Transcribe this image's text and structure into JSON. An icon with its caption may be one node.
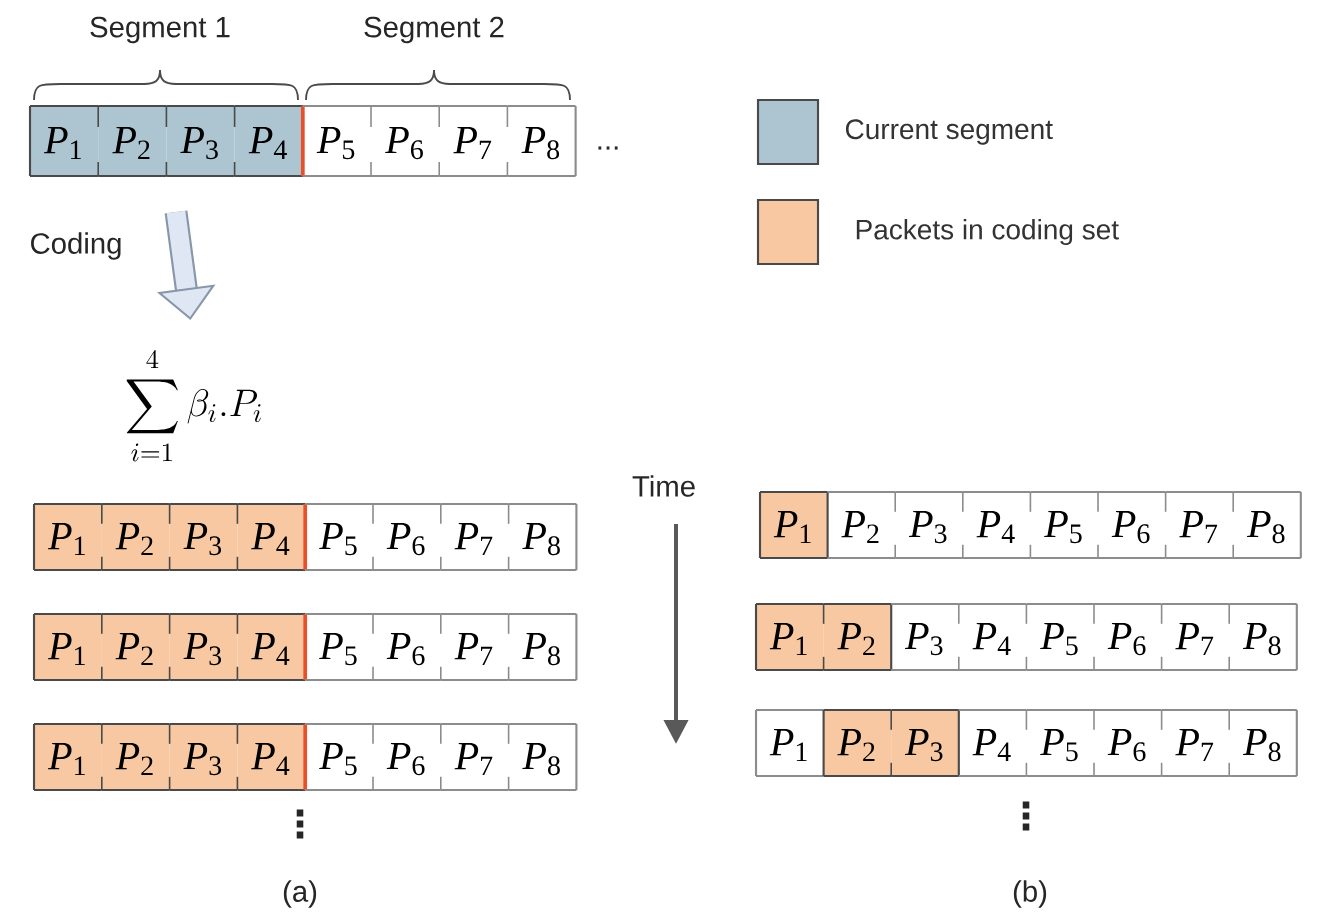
{
  "diagram": {
    "nodes": [
      {
        "text": [
          "*P*$_{1}$"
        ]
      },
      {
        "text": [
          "*P*$_{2}$"
        ]
      },
      {
        "text": [
          "*P*$_{3}$"
        ]
      },
      {
        "text": [
          "*P*$_{4}$"
        ]
      },
      {
        "text": [
          "*P*$_{5}$"
        ]
      },
      {
        "text": [
          "*P*$_{6}$"
        ]
      },
      {
        "text": [
          "*P*$_{7}$"
        ]
      },
      {
        "text": [
          "*P*$_{8}$"
        ]
      },
      {
        "text": [
          "*P*$_{1}$"
        ]
      },
      {
        "text": [
          "*P*$_{2}$"
        ]
      },
      {
        "text": [
          "*P*$_{3}$"
        ]
      },
      {
        "text": [
          "*P*$_{4}$"
        ]
      },
      {
        "text": [
          "*P*$_{5}$"
        ]
      },
      {
        "text": [
          "*P*$_{6}$"
        ]
      },
      {
        "text": [
          "*P*$_{7}$"
        ]
      },
      {
        "text": [
          "*P*$_{8}$"
        ]
      },
      {
        "text": [
          "*P*$_{1}$"
        ]
      },
      {
        "text": [
          "*P*$_{2}$"
        ]
      },
      {
        "text": [
          "*P*$_{3}$"
        ]
      },
      {
        "text": [
          "*P*$_{4}$"
        ]
      },
      {
        "text": [
          "*P*$_{5}$"
        ]
      },
      {
        "text": [
          "*P*$_{6}$"
        ]
      },
      {
        "text": [
          "*P*$_{7}$"
        ]
      },
      {
        "text": [
          "*P*$_{8}$"
        ]
      },
      {
        "text": [
          "*P*$_{1}$"
        ]
      },
      {
        "text": [
          "*P*$_{2}$"
        ]
      },
      {
        "text": [
          "*P*$_{3}$"
        ]
      },
      {
        "text": [
          "*P*$_{4}$"
        ]
      },
      {
        "text": [
          "*P*$_{5}$"
        ]
      },
      {
        "text": [
          "*P*$_{6}$"
        ]
      },
      {
        "text": [
          "*P*$_{7}$"
        ]
      },
      {
        "text": [
          "*P*$_{8}$"
        ]
      },
      {
        "text": [
          "*P*$_{1}$"
        ]
      },
      {
        "text": [
          "*P*$_{2}$"
        ]
      },
      {
        "text": [
          "*P*$_{3}$"
        ]
      },
      {
        "text": [
          "*P*$_{4}$"
        ]
      },
      {
        "text": [
          "*P*$_{5}$"
        ]
      },
      {
        "text": [
          "*P*$_{6}$"
        ]
      },
      {
        "text": [
          "*P*$_{7}$"
        ]
      },
      {
        "text": [
          "*P*$_{8}$"
        ]
      },
      {
        "text": [
          "*P*$_{1}$"
        ]
      },
      {
        "text": [
          "*P*$_{2}$"
        ]
      },
      {
        "text": [
          "*P*$_{3}$"
        ]
      },
      {
        "text": [
          "*P*$_{4}$"
        ]
      },
      {
        "text": [
          "*P*$_{5}$"
        ]
      },
      {
        "text": [
          "*P*$_{6}$"
        ]
      },
      {
        "text": [
          "*P*$_{7}$"
        ]
      },
      {
        "text": [
          "*P*$_{8}$"
        ]
      },
      {
        "text": [
          "*P*$_{1}$"
        ]
      },
      {
        "text": [
          "*P*$_{2}$"
        ]
      },
      {
        "text": [
          "*P*$_{3}$"
        ]
      },
      {
        "text": [
          "*P*$_{4}$"
        ]
      },
      {
        "text": [
          "*P*$_{5}$"
        ]
      },
      {
        "text": [
          "*P*$_{6}$"
        ]
      },
      {
        "text": [
          "*P*$_{7}$"
        ]
      },
      {
        "text": [
          "*P*$_{8}$"
        ]
      },
      {
        "text": [
          "\\sum_{i=1}^{4}\\beta_i . P_i"
        ]
      }
    ],
    "edges": [
      {
        "from": null,
        "to": 56,
        "arrow": "to",
        "label": "Coding"
      }
    ],
    "labels": [
      "Segment 1",
      "Segment 2",
      "...",
      "Time",
      "⋮",
      "(a)",
      "⋮",
      "(b)"
    ],
    "legend": [
      {
        "text": "Current segment",
        "color": "#adc4d1"
      },
      {
        "text": "Packets in coding set",
        "color": "#f8c8a2"
      }
    ]
  }
}
